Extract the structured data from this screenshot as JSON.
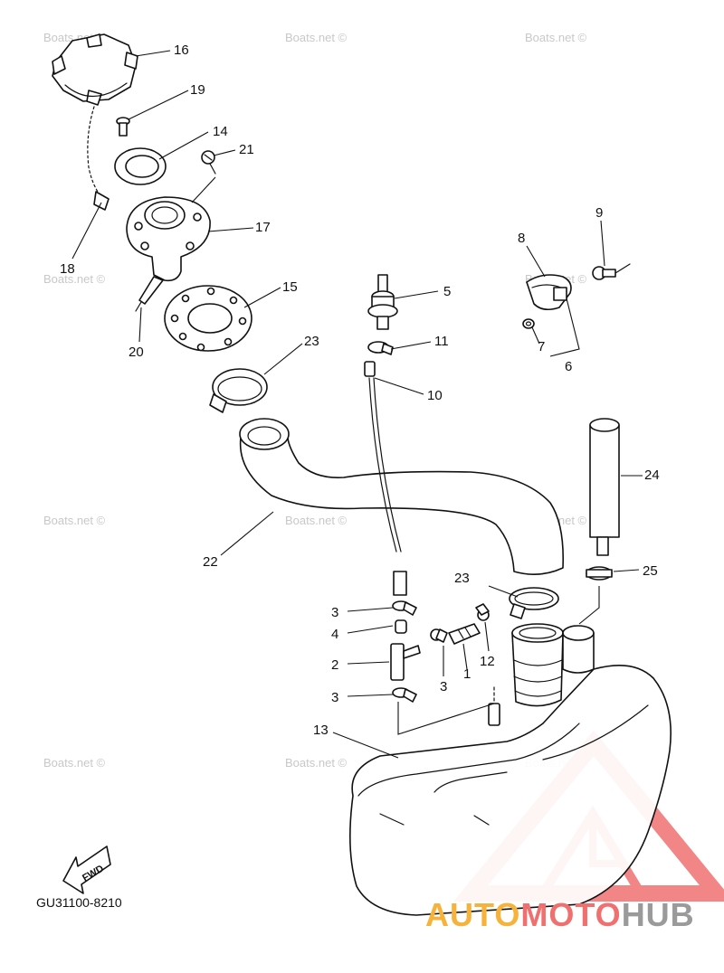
{
  "watermark": "Boats.net ©",
  "diagram_code": "GU31100-8210",
  "fwd_label": "FWD",
  "brand": {
    "part1": "AUTO",
    "part2": "MOTO",
    "part3": "HUB",
    "color_orange": "#f6b23a",
    "color_red": "#f07070",
    "color_gray": "#9a9a9a"
  },
  "callouts": [
    {
      "id": "16",
      "text": "16"
    },
    {
      "id": "19",
      "text": "19"
    },
    {
      "id": "14",
      "text": "14"
    },
    {
      "id": "21",
      "text": "21"
    },
    {
      "id": "17",
      "text": "17"
    },
    {
      "id": "18",
      "text": "18"
    },
    {
      "id": "15",
      "text": "15"
    },
    {
      "id": "20",
      "text": "20"
    },
    {
      "id": "23a",
      "text": "23"
    },
    {
      "id": "5",
      "text": "5"
    },
    {
      "id": "11",
      "text": "11"
    },
    {
      "id": "10",
      "text": "10"
    },
    {
      "id": "9",
      "text": "9"
    },
    {
      "id": "8",
      "text": "8"
    },
    {
      "id": "7",
      "text": "7"
    },
    {
      "id": "6",
      "text": "6"
    },
    {
      "id": "24",
      "text": "24"
    },
    {
      "id": "22",
      "text": "22"
    },
    {
      "id": "25",
      "text": "25"
    },
    {
      "id": "23b",
      "text": "23"
    },
    {
      "id": "3a",
      "text": "3"
    },
    {
      "id": "4",
      "text": "4"
    },
    {
      "id": "2",
      "text": "2"
    },
    {
      "id": "3b",
      "text": "3"
    },
    {
      "id": "1",
      "text": "1"
    },
    {
      "id": "12",
      "text": "12"
    },
    {
      "id": "3c",
      "text": "3"
    },
    {
      "id": "13",
      "text": "13"
    }
  ]
}
